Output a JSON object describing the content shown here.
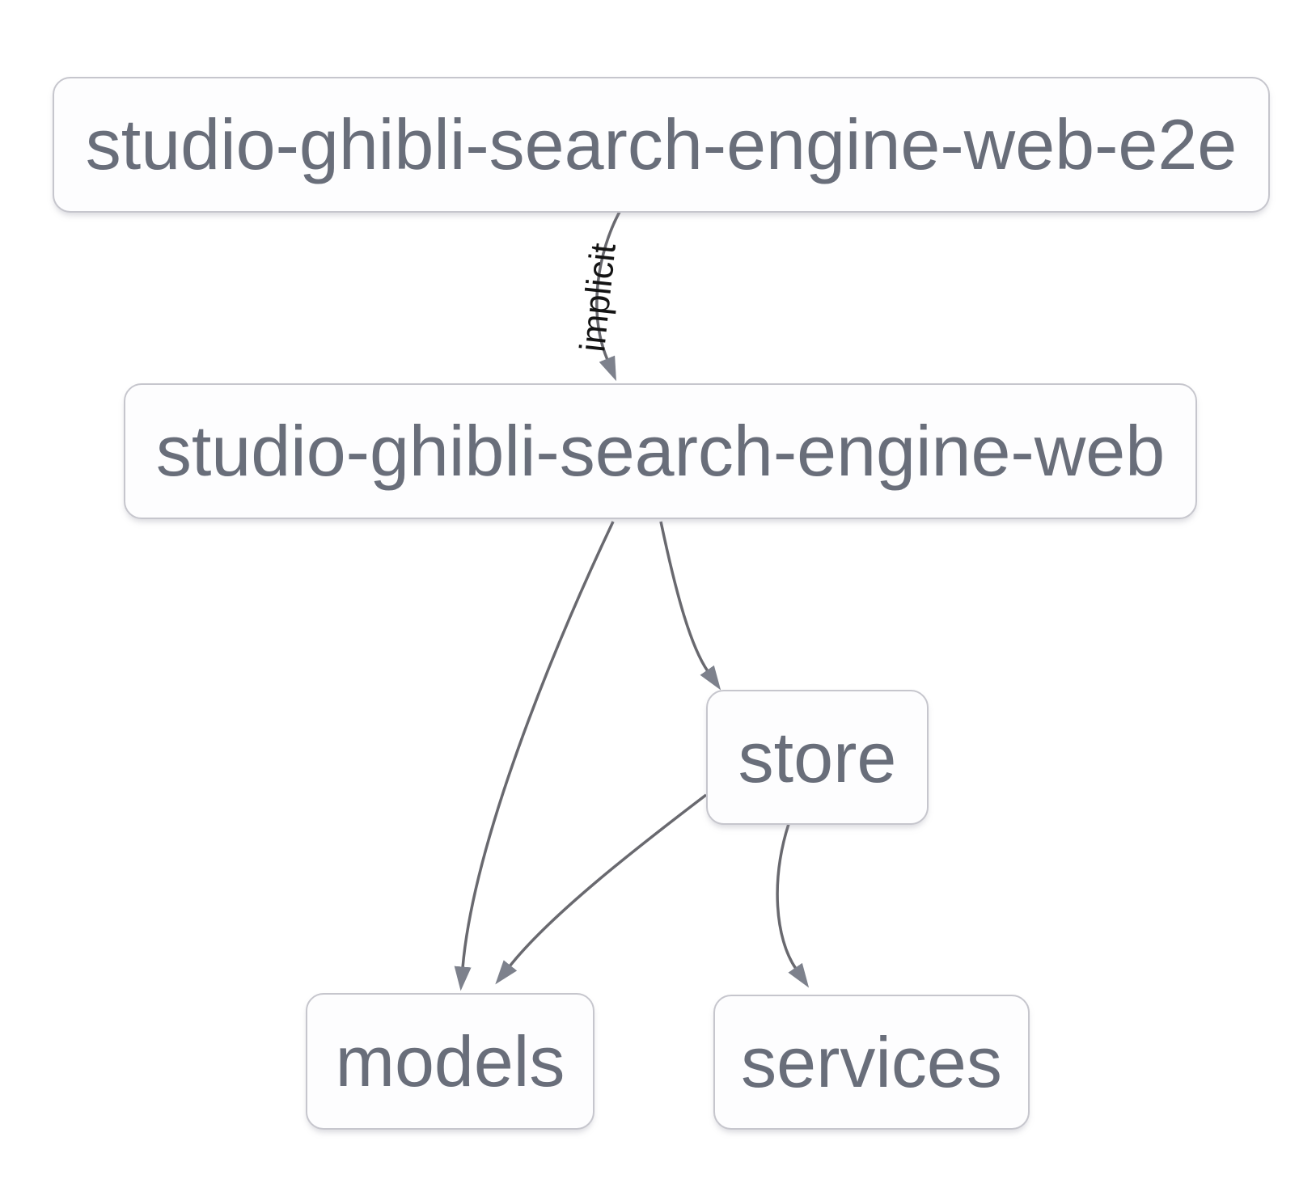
{
  "nodes": [
    {
      "id": "e2e",
      "label": "studio-ghibli-search-engine-web-e2e"
    },
    {
      "id": "web",
      "label": "studio-ghibli-search-engine-web"
    },
    {
      "id": "store",
      "label": "store"
    },
    {
      "id": "models",
      "label": "models"
    },
    {
      "id": "services",
      "label": "services"
    }
  ],
  "edges": [
    {
      "from": "studio-ghibli-search-engine-web-e2e",
      "to": "studio-ghibli-search-engine-web",
      "label": "implicit"
    },
    {
      "from": "studio-ghibli-search-engine-web",
      "to": "models"
    },
    {
      "from": "studio-ghibli-search-engine-web",
      "to": "store"
    },
    {
      "from": "store",
      "to": "models"
    },
    {
      "from": "store",
      "to": "services"
    }
  ],
  "colors": {
    "node_border": "#c6c6cd",
    "node_fill": "#fdfdfe",
    "node_text": "#696e7a",
    "edge": "#69696f",
    "arrowhead": "#7d818c",
    "edge_label": "#141414",
    "background": "#ffffff"
  }
}
